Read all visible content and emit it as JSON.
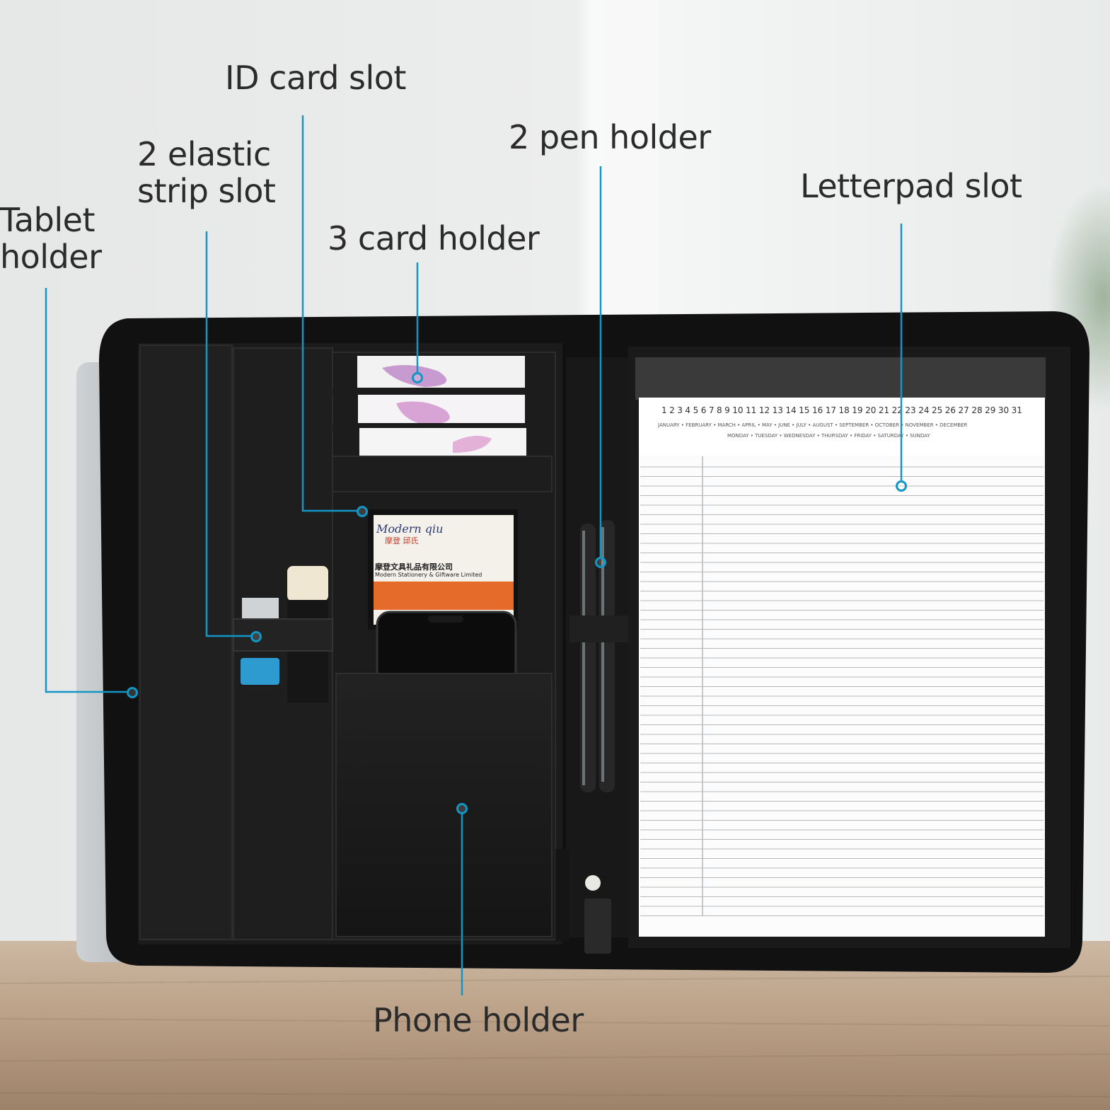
{
  "colors": {
    "accent": "#1296c6",
    "text": "#2b2b2b",
    "folio": "#141414",
    "desk": "#b89e84"
  },
  "labels": {
    "id_card_slot": "ID card slot",
    "elastic_strip_slot": [
      "2 elastic",
      "strip slot"
    ],
    "tablet_holder": [
      "Tablet",
      "holder"
    ],
    "card_holder": "3 card holder",
    "pen_holder": "2 pen holder",
    "letterpad_slot": "Letterpad slot",
    "phone_holder": "Phone holder"
  },
  "letterpad": {
    "days": [
      "1",
      "2",
      "3",
      "4",
      "5",
      "6",
      "7",
      "8",
      "9",
      "10",
      "11",
      "12",
      "13",
      "14",
      "15",
      "16",
      "17",
      "18",
      "19",
      "20",
      "21",
      "22",
      "23",
      "24",
      "25",
      "26",
      "27",
      "28",
      "29",
      "30",
      "31"
    ],
    "months": "JANUARY • FEBRUARY • MARCH • APRIL • MAY • JUNE • JULY • AUGUST • SEPTEMBER • OCTOBER • NOVEMBER • DECEMBER",
    "weekdays": "MONDAY • TUESDAY • WEDNESDAY • THURSDAY • FRIDAY • SATURDAY • SUNDAY"
  },
  "business_card": {
    "brand": "Modern qiu",
    "cn_brand": "摩登 邱氏",
    "cn_company": "摩登文具礼品有限公司",
    "en_company": "Modern Stationery & Giftware Limited"
  }
}
